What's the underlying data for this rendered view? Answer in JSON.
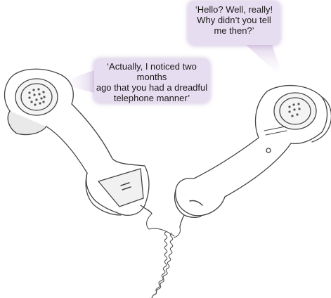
{
  "bubbles": {
    "left": {
      "lines": [
        "‘Actually, I noticed two months",
        "ago that you had a dreadful",
        "telephone manner’"
      ]
    },
    "right": {
      "lines": [
        "‘Hello? Well, really!",
        "Why didn’t you tell",
        "me then?’"
      ]
    }
  },
  "colors": {
    "bubble_fill": "#e7ddf0",
    "line": "#444444",
    "shade": "#d9d9d9"
  }
}
